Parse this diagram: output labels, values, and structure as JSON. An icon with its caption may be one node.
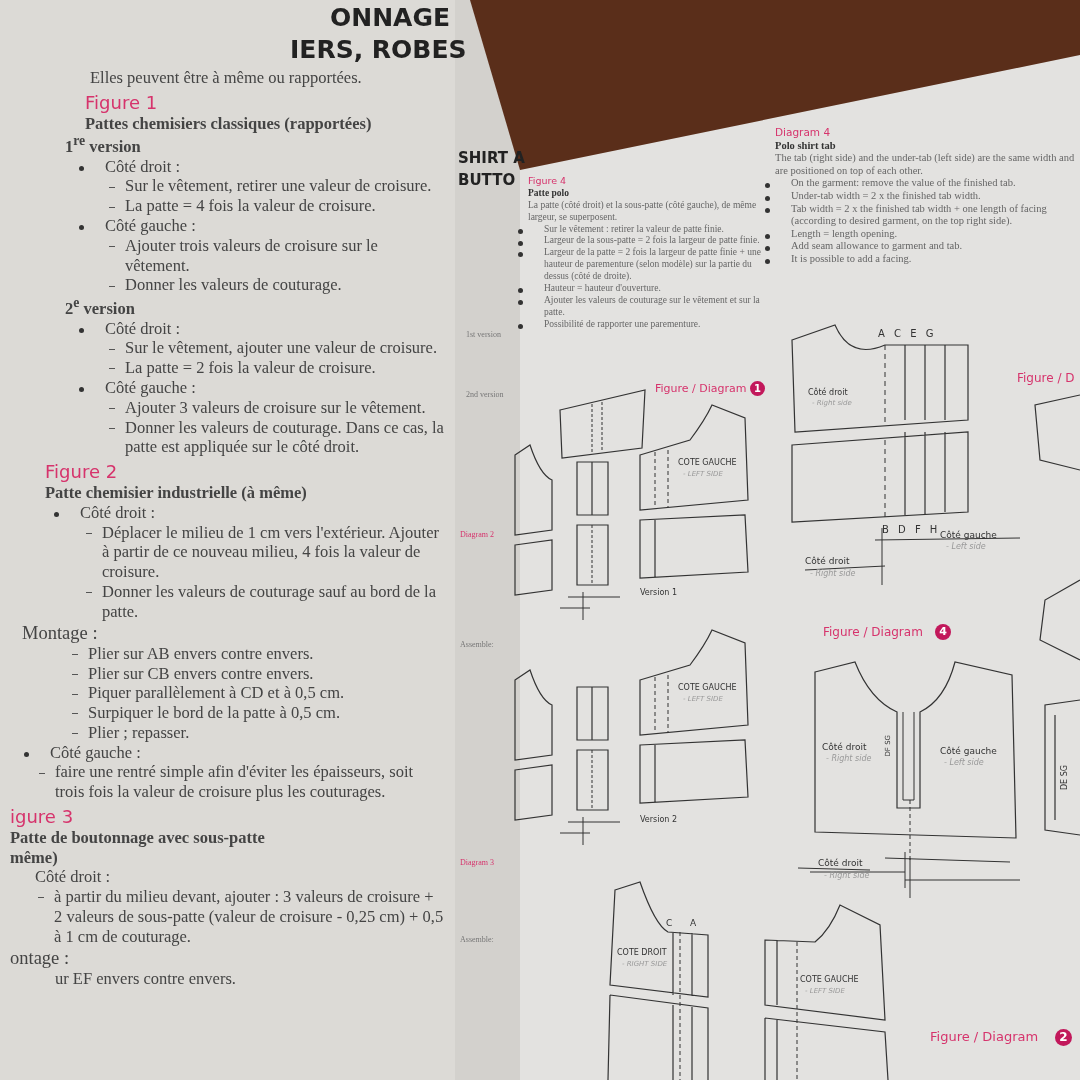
{
  "diagram": {
    "labels": [
      "ONNAGE",
      "IERS, ROBES",
      "Elles peuvent être à même ou rapportées.",
      "Figure 1",
      "Pattes chemisiers classiques (rapportées)",
      "1$^{re}$ version",
      "Côté droit :",
      "Sur le vêtement, retirer une valeur de croisure.",
      "La patte = 4 fois la valeur de croisure.",
      "Côté gauche :",
      "Ajouter trois valeurs de croisure sur le vêtement.",
      "Donner les valeurs de couturage.",
      "2$^{e}$ version",
      "Côté droit :",
      "Sur le vêtement, ajouter une valeur de croisure.",
      "La patte = 2 fois la valeur de croisure.",
      "Côté gauche :",
      "Ajouter 3 valeurs de croisure sur le vêtement.",
      "Donner les valeurs de couturage. Dans ce cas, la patte est appliquée sur le côté droit.",
      "Figure 2",
      "Patte chemisier industrielle (à même)",
      "Côté droit :",
      "Déplacer le milieu de 1 cm vers l'extérieur. Ajouter à partir de ce nouveau milieu, 4 fois la valeur de croisure.",
      "Donner les valeurs de couturage sauf au bord de la patte.",
      "Montage :",
      "Plier sur AB envers contre envers.",
      "Plier sur CB envers contre envers.",
      "Piquer parallèlement à CD et à 0,5 cm.",
      "Surpiquer le bord de la patte à 0,5 cm.",
      "Plier ; repasser.",
      "Côté gauche :",
      "faire une rentré simple afin d'éviter les épaisseurs, soit trois fois la valeur de croisure plus les couturages.",
      "igure 3",
      "Patte de boutonnage avec sous-patte",
      "même)",
      "Côté droit :",
      "à partir du milieu devant, ajouter : 3 valeurs de croisure + 2 valeurs de sous-patte (valeur de croisure - 0,25 cm) + 0,5 à 1 cm de couturage.",
      "ontage :",
      "ur EF envers contre envers.",
      "SHIRT A",
      "BUTTO",
      "1st version",
      "2nd version",
      "Diagram 2",
      "Assemble:",
      "Diagram 3",
      "Assemble:",
      "Figure 4",
      "Patte polo",
      "La patte (côté droit) et la sous-patte (côté gauche), de même largeur, se superposent.",
      "Sur le vêtement : retirer la valeur de patte finie.",
      "Largeur de la sous-patte = 2 fois la largeur de patte finie.",
      "Largeur de la patte = 2 fois la largeur de patte finie + une hauteur de parementure (selon modèle) sur la partie du dessus (côté de droite).",
      "Hauteur = hauteur d'ouverture.",
      "Ajouter les valeurs de couturage sur le vêtement et sur la patte.",
      "Possibilité de rapporter une parementure.",
      "Diagram 4",
      "Polo shirt tab",
      "The tab (right side) and the under-tab (left side) are the same width and are positioned on top of each other.",
      "On the garment: remove the value of the finished tab.",
      "Under-tab width = 2 x the finished tab width.",
      "Tab width = 2 x the finished tab width + one length of facing (according to desired garment, on the top right side).",
      "Length = length opening.",
      "Add seam allowance to garment and tab.",
      "It is possible to add a facing.",
      "Figure / Diagram",
      "1",
      "COTE GAUCHE",
      "- LEFT SIDE",
      "Version 1",
      "COTE GAUCHE",
      "- LEFT SIDE",
      "Version 2",
      "A C E G",
      "Côté droit",
      "- Right side",
      "B D F H",
      "Côté gauche",
      "- Left side",
      "Côté droit",
      "- Right side",
      "Figure / D",
      "Figure / Diagram",
      "4",
      "Côté droit",
      "- Right side",
      "DF SG",
      "Côté gauche",
      "- Left side",
      "Côté droit",
      "- Right side",
      "C",
      "A",
      "COTE DROIT",
      "- RIGHT SIDE",
      "COTE GAUCHE",
      "- LEFT SIDE",
      "Figure / Diagram",
      "2",
      "DE SG"
    ]
  }
}
